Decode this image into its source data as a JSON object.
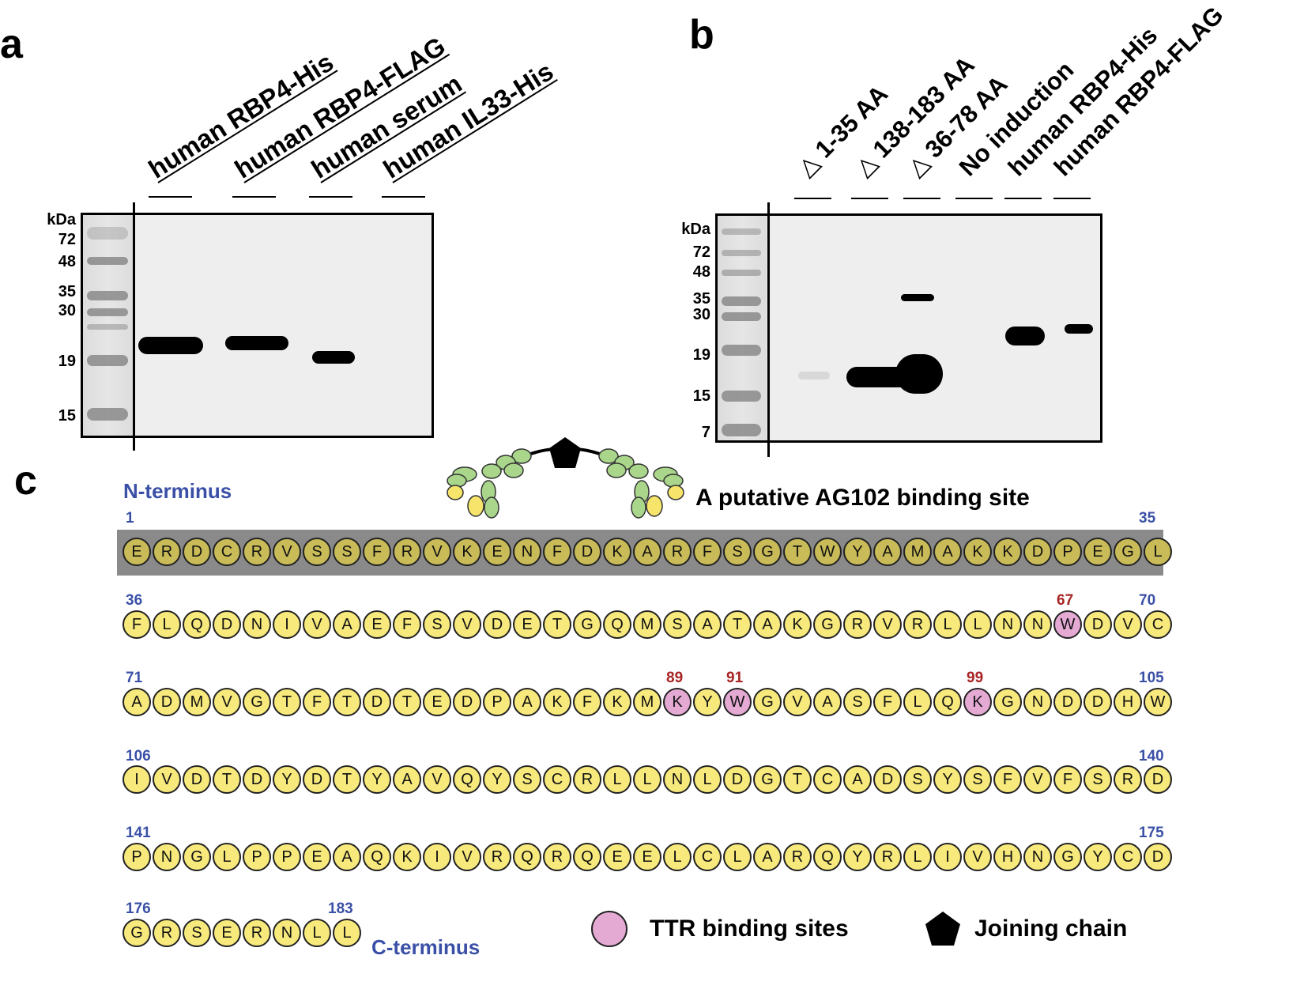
{
  "panel_a": {
    "letter": "a",
    "lanes": [
      "human RBP4-His",
      "human RBP4-FLAG",
      "human serum",
      "human IL33-His"
    ],
    "kda_title": "kDa",
    "markers": [
      "72",
      "48",
      "35",
      "30",
      "19",
      "15"
    ]
  },
  "panel_b": {
    "letter": "b",
    "lanes": [
      "△ 1-35 AA",
      "△ 138-183 AA",
      "△ 36-78 AA",
      "No induction",
      "human RBP4-His",
      "human RBP4-FLAG"
    ],
    "kda_title": "kDa",
    "markers": [
      "72",
      "48",
      "35",
      "30",
      "19",
      "15",
      "7"
    ]
  },
  "panel_c": {
    "letter": "c",
    "n_terminus": "N-terminus",
    "c_terminus": "C-terminus",
    "binding_site": "A putative AG102 binding site",
    "rows": [
      {
        "start": "1",
        "end": "35",
        "seq": "ERDCRVSSFRVKENFDKARFSGTWYAMAKKDPEGL",
        "highlighted": true,
        "ttr": []
      },
      {
        "start": "36",
        "end": "70",
        "seq": "FLQDNIVAEFSVDETGQMSATAKGRVRLLNNWDVC",
        "highlighted": false,
        "ttr": [
          {
            "pos": 31,
            "label": "67"
          }
        ]
      },
      {
        "start": "71",
        "end": "105",
        "seq": "ADMVGTFTDTEDPAKFKMKYWGVASFLQKGNDDHW",
        "highlighted": false,
        "ttr": [
          {
            "pos": 18,
            "label": "89"
          },
          {
            "pos": 20,
            "label": "91"
          },
          {
            "pos": 28,
            "label": "99"
          }
        ]
      },
      {
        "start": "106",
        "end": "140",
        "seq": "IVDTDYDTYAVQYSCRLLNLDGTCADSYSFVFSRD",
        "highlighted": false,
        "ttr": []
      },
      {
        "start": "141",
        "end": "175",
        "seq": "PNGLPPEAQKIVRQRQEELCLARQYRLIVHNGYCD",
        "highlighted": false,
        "ttr": []
      },
      {
        "start": "176",
        "end": "183",
        "seq": "GRSERNLL",
        "highlighted": false,
        "ttr": []
      }
    ],
    "legend": {
      "ttr": "TTR binding sites",
      "joining": "Joining chain"
    },
    "colors": {
      "residue": "#f7e97c",
      "ttr": "#e4aad4",
      "label_blue": "#3a50a6",
      "label_red": "#a82424"
    }
  }
}
